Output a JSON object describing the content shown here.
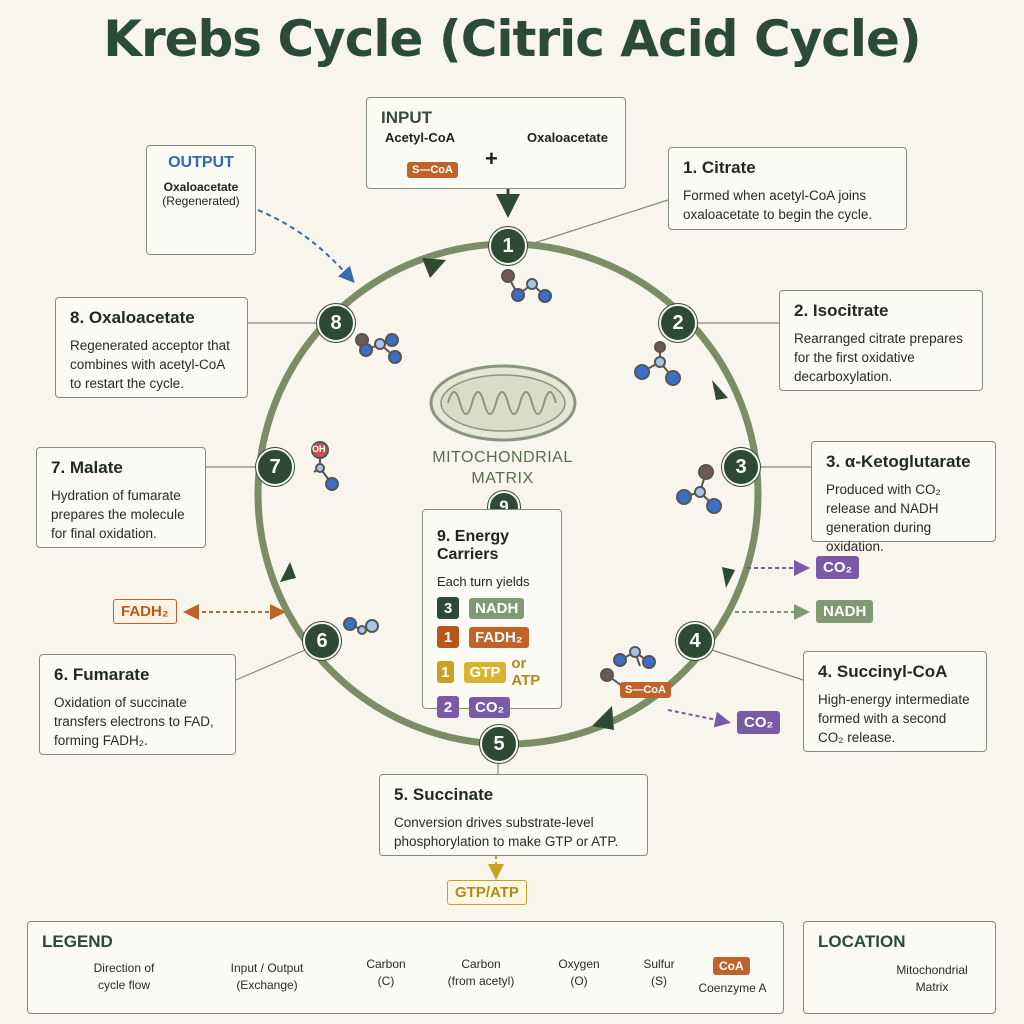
{
  "title": "Krebs Cycle (Citric Acid Cycle)",
  "input": {
    "heading": "INPUT",
    "acetyl": "Acetyl-CoA",
    "plus": "+",
    "oxalo": "Oxaloacetate",
    "sco_a": "S—CoA"
  },
  "output": {
    "heading": "OUTPUT",
    "name": "Oxaloacetate",
    "note": "(Regenerated)"
  },
  "steps": [
    {
      "num": "1",
      "title": "1. Citrate",
      "desc": "Formed when acetyl-CoA joins oxaloacetate to begin the cycle."
    },
    {
      "num": "2",
      "title": "2. Isocitrate",
      "desc": "Rearranged citrate prepares for the first oxidative decarboxylation."
    },
    {
      "num": "3",
      "title": "3. α-Ketoglutarate",
      "desc": "Produced with CO₂ release and NADH generation during oxidation."
    },
    {
      "num": "4",
      "title": "4. Succinyl-CoA",
      "desc": "High-energy intermediate formed with a second CO₂ release."
    },
    {
      "num": "5",
      "title": "5. Succinate",
      "desc": "Conversion drives substrate-level phosphorylation to make GTP or ATP."
    },
    {
      "num": "6",
      "title": "6. Fumarate",
      "desc": "Oxidation of succinate transfers electrons to FAD, forming FADH₂."
    },
    {
      "num": "7",
      "title": "7. Malate",
      "desc": "Hydration of fumarate prepares the molecule for final oxidation."
    },
    {
      "num": "8",
      "title": "8. Oxaloacetate",
      "desc": "Regenerated acceptor that combines with acetyl-CoA to restart the cycle."
    }
  ],
  "center": {
    "line1": "MITOCHONDRIAL",
    "line2": "MATRIX"
  },
  "energy": {
    "num": "9",
    "title": "9. Energy Carriers",
    "subtitle": "Each turn yields",
    "rows": [
      {
        "count": "3",
        "label": "NADH",
        "color": "#2e4a32",
        "pill": "#7f9a72",
        "suffix": ""
      },
      {
        "count": "1",
        "label": "FADH₂",
        "color": "#b5561c",
        "pill": "#c0632a",
        "suffix": ""
      },
      {
        "count": "1",
        "label": "GTP",
        "color": "#c9a020",
        "pill": "#d8b230",
        "suffix": "or ATP"
      },
      {
        "count": "2",
        "label": "CO₂",
        "color": "#7a5aa6",
        "pill": "#7a5aa6",
        "suffix": ""
      }
    ]
  },
  "side_tags": {
    "co2_a": "CO₂",
    "nadh": "NADH",
    "co2_b": "CO₂",
    "fadh2": "FADH₂",
    "gtp_atp": "GTP/ATP",
    "sco_a_4": "S—CoA",
    "oh": "OH"
  },
  "legend": {
    "heading": "LEGEND",
    "flow": "Direction of cycle flow",
    "io": "Input / Output (Exchange)",
    "carbon": "Carbon (C)",
    "carbon_acetyl": "Carbon (from acetyl)",
    "oxygen": "Oxygen (O)",
    "sulfur": "Sulfur (S)",
    "coa_badge": "CoA",
    "coa": "Coenzyme A"
  },
  "location": {
    "heading": "LOCATION",
    "label": "Mitochondrial Matrix"
  },
  "colors": {
    "accent": "#2e4a32",
    "ring": "#7b8c66",
    "carbon": "#3a6fc8",
    "carbon_acetyl": "#6b5a52",
    "oxygen": "#d05050",
    "sulfur": "#c0632a",
    "co2": "#7a5aa6",
    "nadh": "#7f9a72"
  }
}
